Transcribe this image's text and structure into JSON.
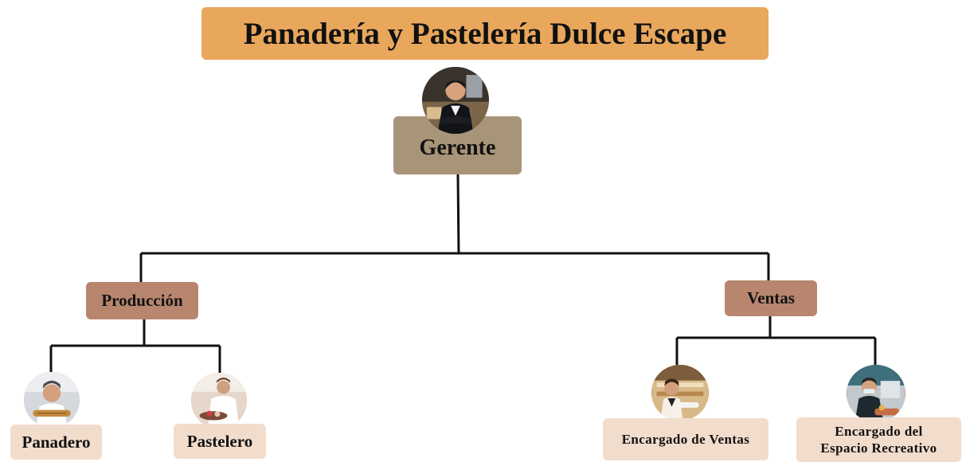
{
  "title": "Panadería y Pastelería Dulce Escape",
  "gerente": {
    "label": "Gerente"
  },
  "departments": {
    "produccion": "Producción",
    "ventas": "Ventas"
  },
  "roles": {
    "panadero": "Panadero",
    "pastelero": "Pastelero",
    "encargado_ventas": "Encargado de Ventas",
    "encargado_recreativo_line1": "Encargado del",
    "encargado_recreativo_line2": "Espacio Recreativo"
  },
  "colors": {
    "title_box": "#e9a75c",
    "gerente_box": "#a89478",
    "department_box": "#b8866e",
    "role_box": "#f2dccc",
    "connector": "#111111"
  },
  "icons": {
    "gerente": "manager-photo",
    "panadero": "baker-photo",
    "pastelero": "pastry-chef-photo",
    "encargado_ventas": "sales-clerk-photo",
    "encargado_recreativo": "recreation-staff-photo"
  }
}
